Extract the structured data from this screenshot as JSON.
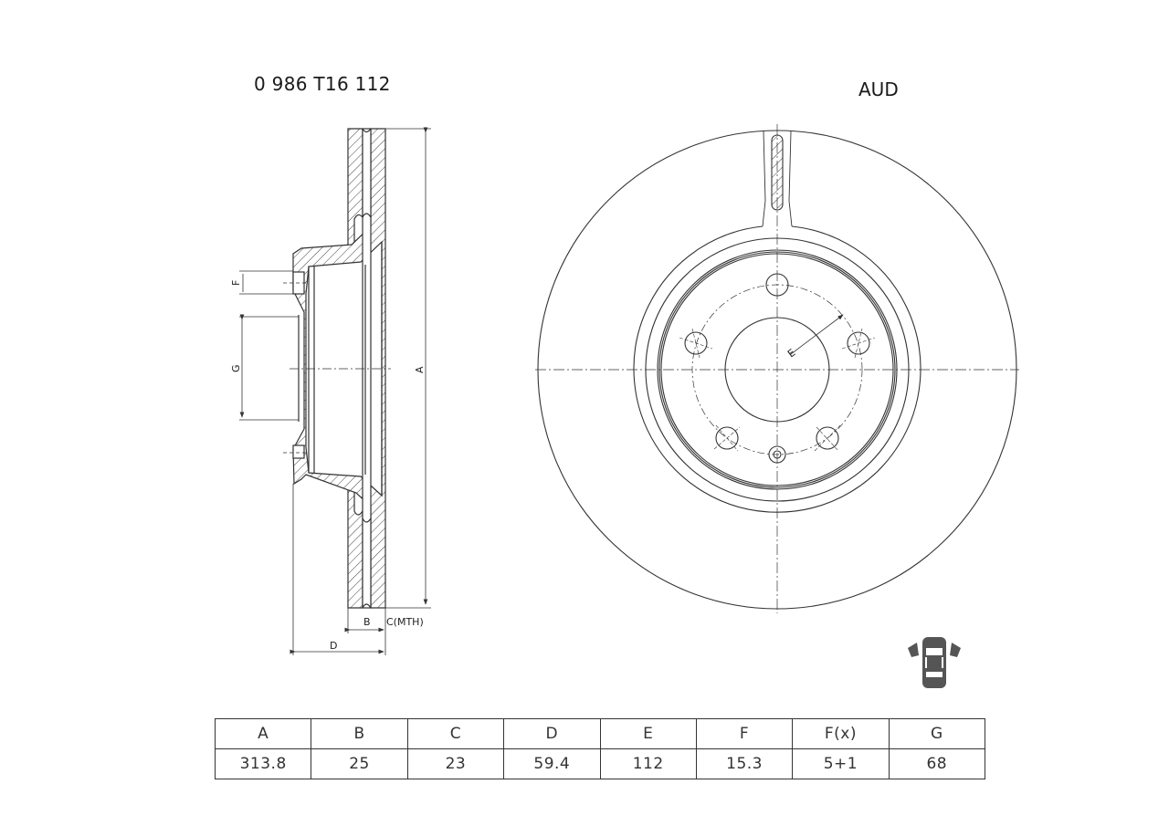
{
  "header": {
    "part_number": "0 986 T16 112",
    "brand": "AUD"
  },
  "drawing": {
    "side_view": {
      "dimension_labels": {
        "A": "A",
        "B": "B",
        "C": "C(MTH)",
        "D": "D",
        "F": "F",
        "G": "G"
      }
    },
    "front_view": {
      "dimension_labels": {
        "E": "E"
      },
      "bolt_holes": 5,
      "locating_holes": 1
    },
    "icons": {
      "axle_position": "car-front-axle-icon"
    }
  },
  "specs_table": {
    "headers": [
      "A",
      "B",
      "C",
      "D",
      "E",
      "F",
      "F(x)",
      "G"
    ],
    "values": [
      "313.8",
      "25",
      "23",
      "59.4",
      "112",
      "15.3",
      "5+1",
      "68"
    ]
  },
  "colors": {
    "line": "#333333",
    "background": "#ffffff"
  }
}
